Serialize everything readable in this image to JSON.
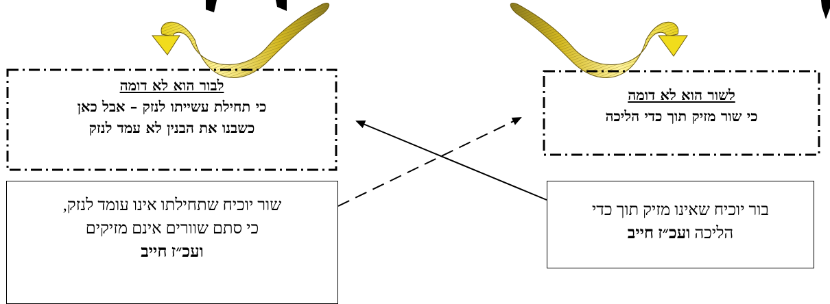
{
  "left_box": {
    "title": "לבור הוא לא דומה",
    "line1": "כי תחילת עשייתו לנזק – אבל כאן",
    "line2": "כשבנו את הבנין לא עמד לנזק"
  },
  "right_box": {
    "title": "לשור הוא לא דומה",
    "line1": "כי שור מזיק תוך כדי הליכה"
  },
  "bottom_left": {
    "line1": "שור יוכיח שתחילתו אינו עומד לנזק,",
    "line2": "כי סתם שוורים אינם מזיקים",
    "line3": "ועכ״ז חייב"
  },
  "bottom_right": {
    "line1": "בור יוכיח שאינו מזיק תוך כדי",
    "line2_plain": "הליכה ",
    "line2_bold": "ועכ״ז חייב"
  },
  "colors": {
    "arrow_fill": "#f2df2c",
    "arrow_light": "#fff6a0",
    "arrow_dark": "#b89a14",
    "line": "#000000"
  }
}
